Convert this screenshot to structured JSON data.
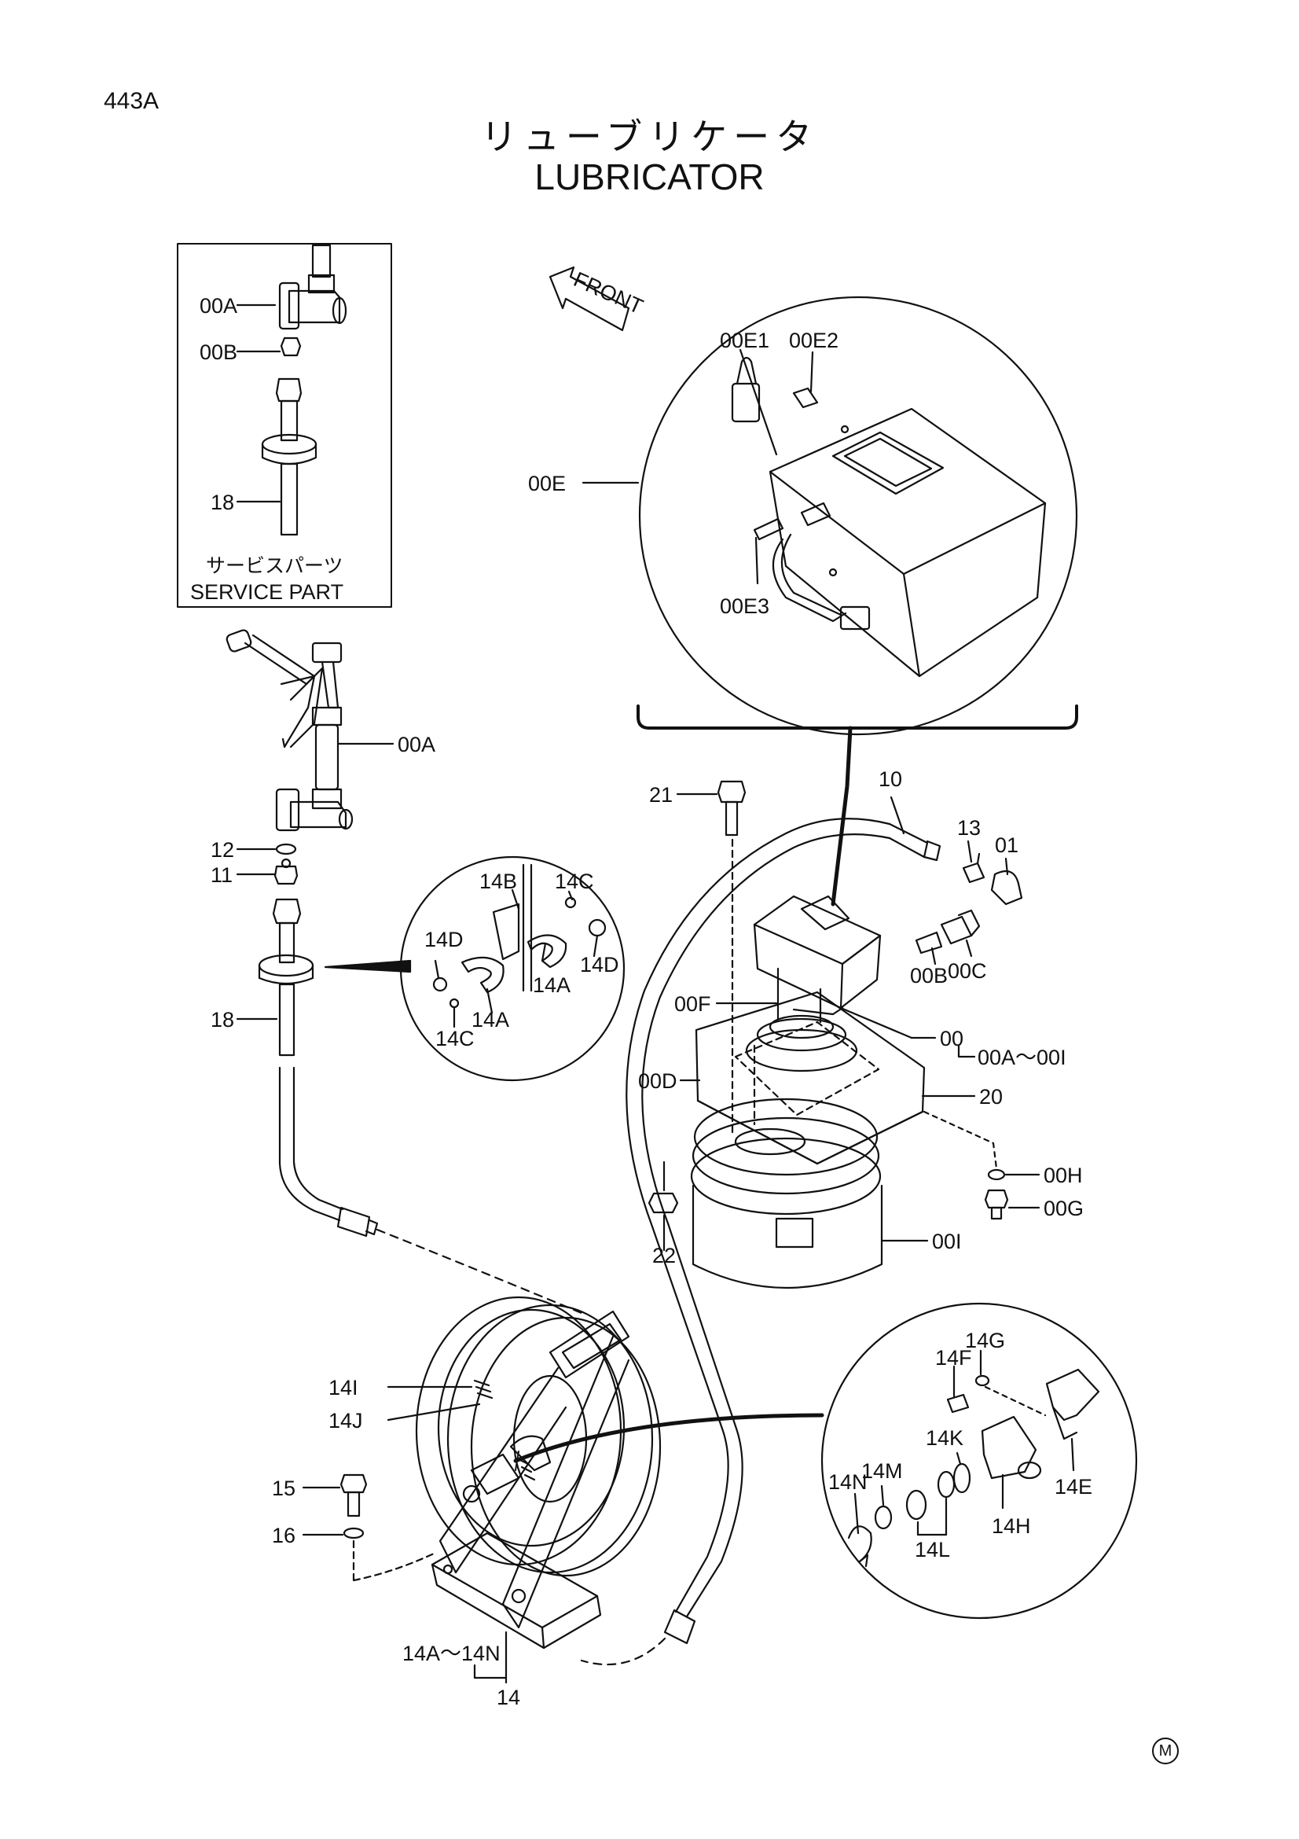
{
  "page_number": "443A",
  "title_jp": "リューブリケータ",
  "title_en": "LUBRICATOR",
  "front_arrow_label": "FRONT",
  "service_part": {
    "label_jp": "サービスパーツ",
    "label_en": "SERVICE PART",
    "callouts": [
      "00A",
      "00B",
      "18"
    ]
  },
  "callouts": {
    "c00A": "00A",
    "c12": "12",
    "c11": "11",
    "c18": "18",
    "c00E": "00E",
    "c00E1": "00E1",
    "c00E2": "00E2",
    "c00E3": "00E3",
    "c14B": "14B",
    "c14C_top": "14C",
    "c14D_left": "14D",
    "c14D_right": "14D",
    "c14A_right": "14A",
    "c14A_bottom": "14A",
    "c14C_bottom": "14C",
    "c21": "21",
    "c10": "10",
    "c13": "13",
    "c01": "01",
    "c00B": "00B",
    "c00C": "00C",
    "c00F": "00F",
    "c00": "00",
    "c00A_00I": "00A～00I",
    "c00D": "00D",
    "c20": "20",
    "c00H": "00H",
    "c00G": "00G",
    "c22": "22",
    "c00I": "00I",
    "c14I": "14I",
    "c14J": "14J",
    "c15": "15",
    "c16": "16",
    "c14A_14N": "14A～14N",
    "c14": "14",
    "c14G": "14G",
    "c14F": "14F",
    "c14K": "14K",
    "c14M": "14M",
    "c14N": "14N",
    "c14E": "14E",
    "c14H": "14H",
    "c14L": "14L"
  },
  "corner_mark": "M"
}
